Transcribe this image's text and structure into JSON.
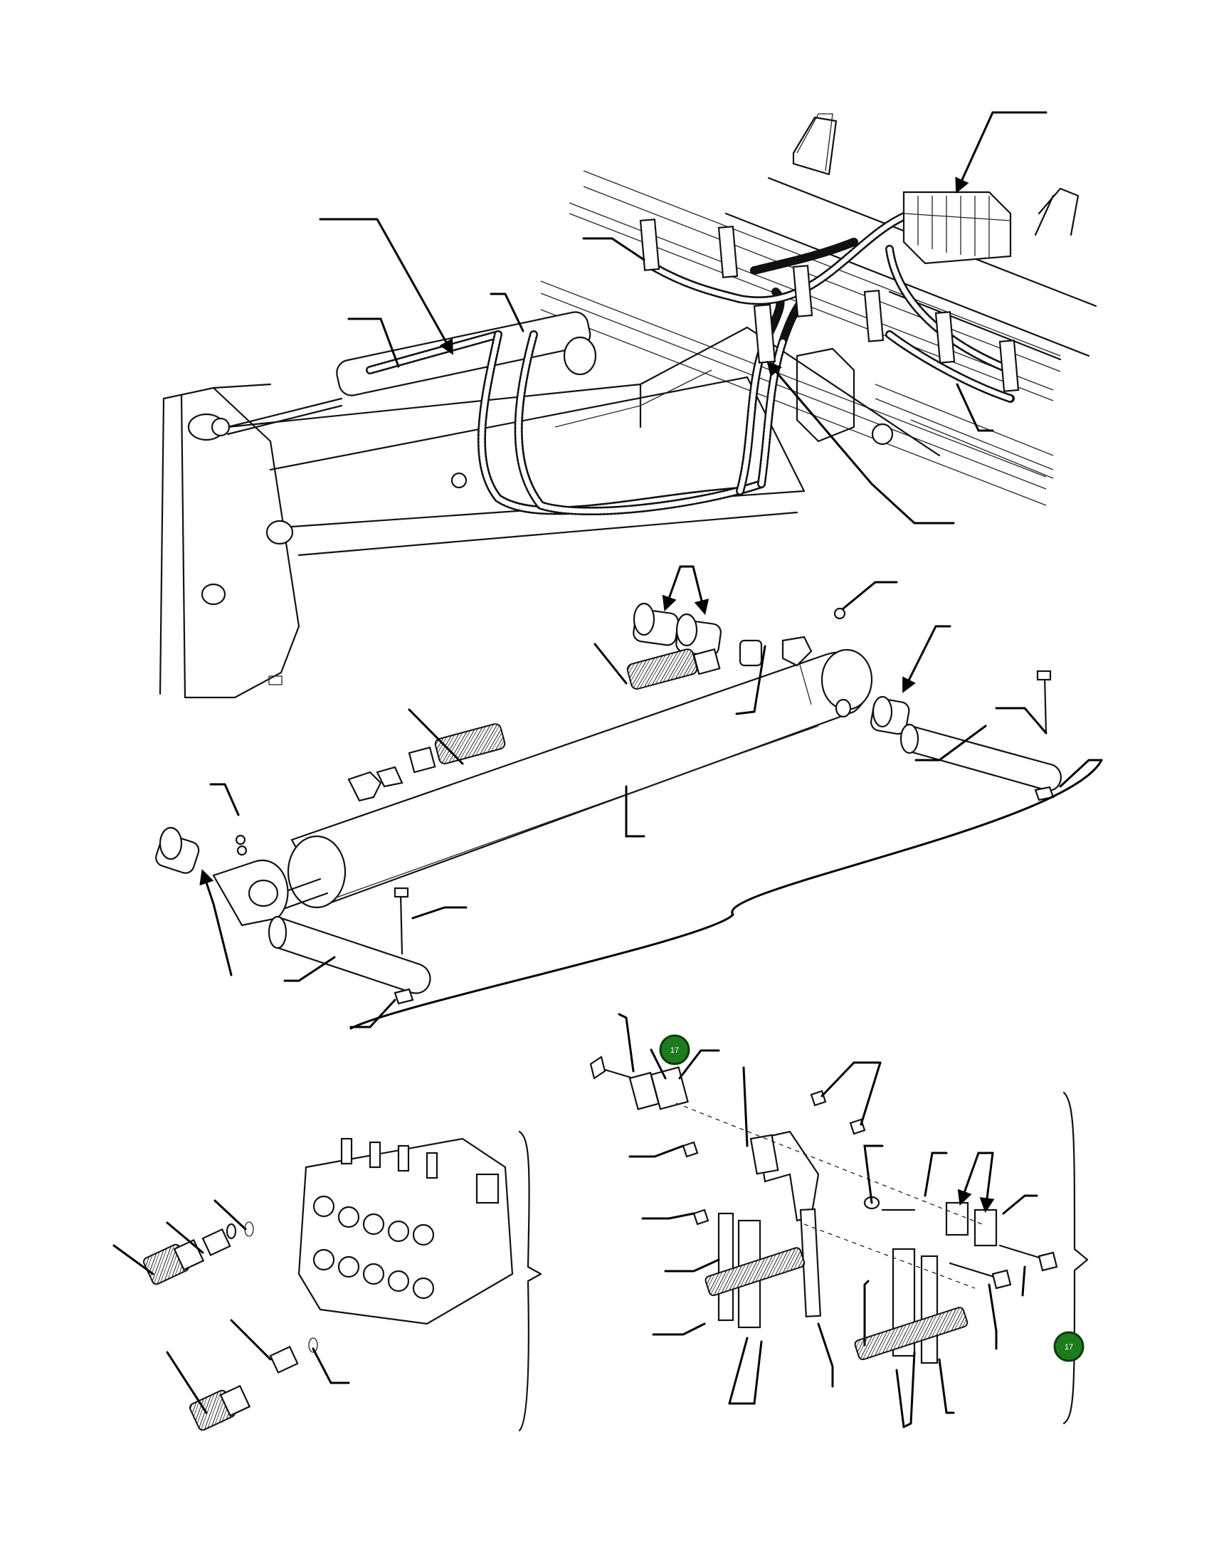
{
  "callouts": [
    {
      "id": "callout-17-top",
      "label": "17"
    },
    {
      "id": "callout-17-right",
      "label": "17"
    }
  ],
  "colors": {
    "callout_fill": "#1e7b1e",
    "line": "#111111"
  }
}
